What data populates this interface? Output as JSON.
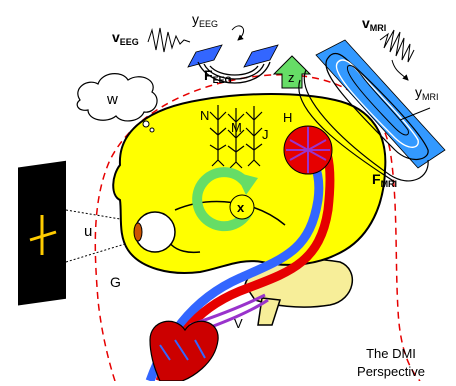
{
  "labels": {
    "v_eeg": "v",
    "v_eeg_sub": "EEG",
    "y_eeg": "y",
    "y_eeg_sub": "EEG",
    "f_eeg": "F",
    "f_eeg_sub": "EEG",
    "v_mri": "v",
    "v_mri_sub": "MRI",
    "y_mri": "y",
    "y_mri_sub": "MRI",
    "f_mri": "F",
    "f_mri_sub": "MRI",
    "w": "w",
    "z": "z",
    "n": "N",
    "m": "M",
    "j": "J",
    "h": "H",
    "x": "x",
    "u": "u",
    "g": "G",
    "v": "V"
  },
  "caption": {
    "line1": "The DMI",
    "line2": "Perspective"
  },
  "colors": {
    "brain": "#ffff00",
    "brain_outline": "#000000",
    "cerebellum": "#f7ee99",
    "artery": "#e60000",
    "vein": "#3366ff",
    "loop_arrow": "#66dd66",
    "z_arrow": "#66dd66",
    "mri_plate": "#3399ff",
    "eeg_plate": "#3366ff",
    "dashed_boundary": "#e60000",
    "screen": "#000000",
    "cross": "#ffcc00",
    "eye_iris": "#cc5500",
    "heart": "#cc0000"
  },
  "icons": {
    "thought_bubble": "cloud-icon",
    "eye": "eye-icon",
    "screen": "display-screen-icon",
    "heart": "heart-icon",
    "loop": "circular-arrow-icon"
  }
}
